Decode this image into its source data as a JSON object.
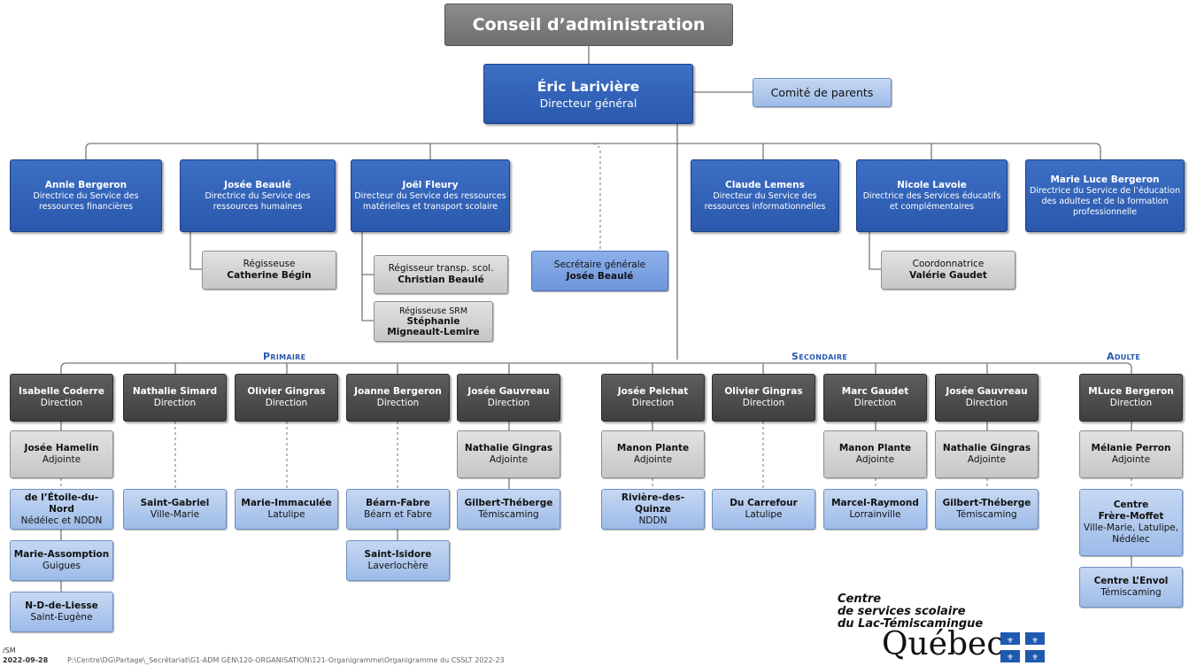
{
  "board": {
    "title": "Conseil d’administration"
  },
  "dg": {
    "name": "Éric Larivière",
    "title": "Directeur général"
  },
  "parents_committee": "Comité de parents",
  "directors": [
    {
      "name": "Annie Bergeron",
      "title": "Directrice du Service des ressources financières"
    },
    {
      "name": "Josée Beaulé",
      "title": "Directrice du Service des ressources humaines"
    },
    {
      "name": "Joël Fleury",
      "title": "Directeur du Service des ressources matérielles et transport scolaire"
    },
    {
      "name": "Claude Lemens",
      "title": "Directeur du Service des ressources informationnelles"
    },
    {
      "name": "Nicole Lavoie",
      "title": "Directrice des Services éducatifs et complémentaires"
    },
    {
      "name": "Marie Luce Bergeron",
      "title": "Directrice du Service de l’éducation des adultes et de la formation professionnelle"
    }
  ],
  "sub_roles": {
    "hr": {
      "role": "Régisseuse",
      "name": "Catherine Bégin"
    },
    "transport": {
      "role": "Régisseur transp. scol.",
      "name": "Christian Beaulé"
    },
    "srm": {
      "role": "Régisseuse SRM",
      "name_line1": "Stéphanie",
      "name_line2": "Migneault-Lemire"
    },
    "secretary": {
      "role": "Secrétaire générale",
      "name": "Josée Beaulé"
    },
    "coord": {
      "role": "Coordonnatrice",
      "name": "Valérie Gaudet"
    }
  },
  "sections": {
    "primaire": "Primaire",
    "secondaire": "Secondaire",
    "adulte": "Adulte"
  },
  "direction_label": "Direction",
  "adjoint_label": "Adjointe",
  "schools": [
    {
      "director": "Isabelle Coderre",
      "adjoint": "Josée Hamelin",
      "units": [
        {
          "name": "de l’Étoile-du-Nord",
          "place": "Nédélec et NDDN"
        },
        {
          "name": "Marie-Assomption",
          "place": "Guigues"
        },
        {
          "name": "N-D-de-Liesse",
          "place": "Saint-Eugène"
        }
      ]
    },
    {
      "director": "Nathalie Simard",
      "units": [
        {
          "name": "Saint-Gabriel",
          "place": "Ville-Marie"
        }
      ]
    },
    {
      "director": "Olivier Gingras",
      "units": [
        {
          "name": "Marie-Immaculée",
          "place": "Latulipe"
        }
      ]
    },
    {
      "director": "Joanne Bergeron",
      "units": [
        {
          "name": "Béarn-Fabre",
          "place": "Béarn et Fabre"
        },
        {
          "name": "Saint-Isidore",
          "place": "Laverlochère"
        }
      ]
    },
    {
      "director": "Josée Gauvreau",
      "adjoint": "Nathalie Gingras",
      "units": [
        {
          "name": "Gilbert-Théberge",
          "place": "Témiscaming"
        }
      ]
    },
    {
      "director": "Josée Pelchat",
      "adjoint": "Manon Plante",
      "units": [
        {
          "name": "Rivière-des-Quinze",
          "place": "NDDN"
        }
      ]
    },
    {
      "director": "Olivier Gingras",
      "units": [
        {
          "name": "Du Carrefour",
          "place": "Latulipe"
        }
      ]
    },
    {
      "director": "Marc Gaudet",
      "adjoint": "Manon Plante",
      "units": [
        {
          "name": "Marcel-Raymond",
          "place": "Lorrainville"
        }
      ]
    },
    {
      "director": "Josée Gauvreau",
      "adjoint": "Nathalie Gingras",
      "units": [
        {
          "name": "Gilbert-Théberge",
          "place": "Témiscaming"
        }
      ]
    },
    {
      "director": "MLuce Bergeron",
      "adjoint": "Mélanie Perron",
      "units": [
        {
          "name_line1": "Centre",
          "name_line2": "Frère-Moffet",
          "place_line1": "Ville-Marie, Latulipe,",
          "place_line2": "Nédélec"
        },
        {
          "name": "Centre L’Envol",
          "place": "Témiscaming"
        }
      ]
    }
  ],
  "logo": {
    "line1": "Centre",
    "line2": "de services scolaire",
    "line3": "du Lac-Témiscamingue",
    "wordmark": "Québec"
  },
  "footer": {
    "initials": "/SM",
    "date": "2022-09-28",
    "path": "P:\\Centre\\DG\\Partage\\_Secrétariat\\G1-ADM GÉN\\120-ORGANISATION\\121-Organigramme\\Organigramme du CSSLT 2022-23"
  },
  "colors": {
    "dark_blue": "#2a58ad",
    "light_blue": "#9dbbe8",
    "gray": "#7a7a7a",
    "dark_gray": "#4a4a4a"
  }
}
